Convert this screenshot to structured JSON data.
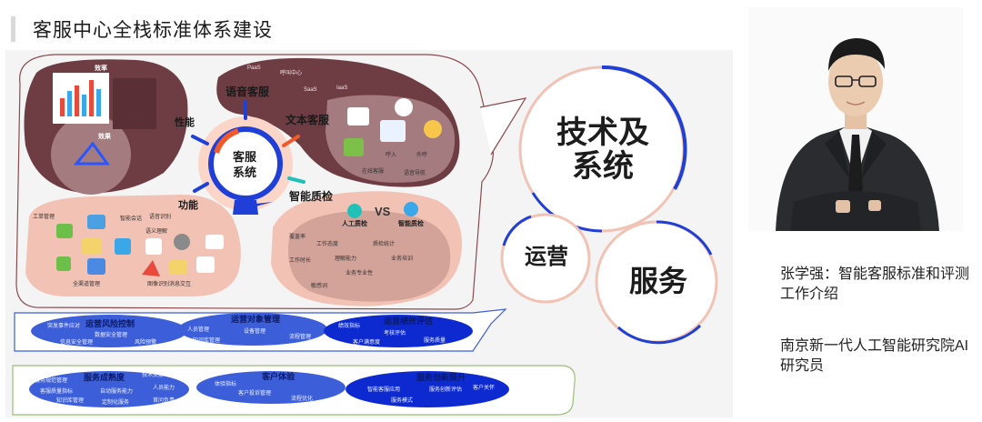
{
  "title": "客服中心全栈标准体系建设",
  "labels": {
    "voice": "语音客服",
    "text": "文本客服",
    "quality": "智能质检",
    "performance": "性能",
    "function": "功能",
    "core_line1": "客服",
    "core_line2": "系统",
    "efficiency": "效率",
    "effect": "效果",
    "vs": "VS",
    "manual_qc": "人工质检",
    "smart_qc": "智能质检"
  },
  "cloud_terms": [
    "PaaS",
    "呼叫中心",
    "SaaS",
    "IaaS",
    "呼入",
    "外呼",
    "在线客服",
    "语音导航"
  ],
  "quality_terms": [
    "覆盖率",
    "工作态度",
    "质检统计",
    "工作时长",
    "理解能力",
    "业务培训",
    "业务专业性",
    "敏感词"
  ],
  "function_terms": [
    "工单管理",
    "智能会话",
    "语音识别",
    "语义理解",
    "全渠道管理",
    "图像识别消息交互"
  ],
  "circles": {
    "tech_line1": "技术及",
    "tech_line2": "系统",
    "ops": "运营",
    "service": "服务"
  },
  "ops_row": {
    "items": [
      "运营风险控制",
      "运营对象管理",
      "运营绩效评估"
    ],
    "terms": [
      "突发事件应对",
      "数据安全管理",
      "信息安全管理",
      "风险预警",
      "人员管理",
      "设备管理",
      "知识库管理",
      "流程管理",
      "绩效指标",
      "考核评估",
      "客户满意度",
      "服务质量"
    ]
  },
  "service_row": {
    "items": [
      "服务成熟度",
      "客户体验",
      "服务创新提升"
    ],
    "terms": [
      "服务规范管理",
      "技术支撑",
      "客服质量指标",
      "自动服务能力",
      "人员能力",
      "知识库管理",
      "定制化服务",
      "首问负责",
      "体验指标",
      "客户投诉管理",
      "智能客服应用",
      "服务创新评估",
      "流程优化",
      "客户关怀",
      "服务模式"
    ]
  },
  "presenter": {
    "line1": "张学强：智能客服标准和评测工作介绍",
    "line2": "南京新一代人工智能研究院AI研究员"
  },
  "colors": {
    "maroon": "#6e3d43",
    "maroon_light": "#a47c7f",
    "salmon": "#f2c3b5",
    "blue": "#1f3fd6",
    "blue_dark": "#0d2ad1",
    "blue_mid": "#3c5ed9",
    "orange": "#f05a2a",
    "teal": "#22c1b8"
  }
}
